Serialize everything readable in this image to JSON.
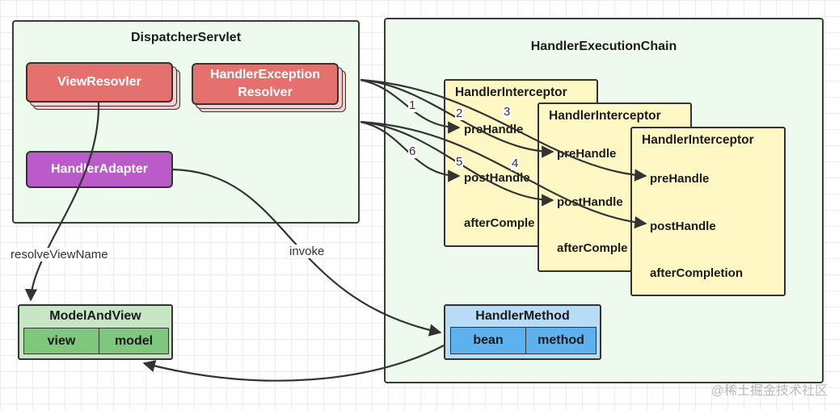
{
  "dispatcher": {
    "title": "DispatcherServlet",
    "view_resolver": "ViewResovler",
    "exception_resolver_line1": "HandlerException",
    "exception_resolver_line2": "Resolver",
    "handler_adapter": "HandlerAdapter"
  },
  "chain": {
    "title": "HandlerExecutionChain",
    "interceptors": [
      {
        "title": "HandlerInterceptor",
        "pre": "preHandle",
        "post": "postHandle",
        "after": "afterComple"
      },
      {
        "title": "HandlerInterceptor",
        "pre": "preHandle",
        "post": "postHandle",
        "after": "afterComple"
      },
      {
        "title": "HandlerInterceptor",
        "pre": "preHandle",
        "post": "postHandle",
        "after": "afterCompletion"
      }
    ]
  },
  "model_and_view": {
    "title": "ModelAndView",
    "view": "view",
    "model": "model"
  },
  "handler_method": {
    "title": "HandlerMethod",
    "bean": "bean",
    "method": "method"
  },
  "edges": {
    "resolve": "resolveViewName",
    "invoke": "invoke",
    "steps": [
      "1",
      "2",
      "3",
      "4",
      "5",
      "6"
    ]
  },
  "watermark": "@稀土掘金技术社区",
  "colors": {
    "container_bg": "#effaef",
    "red_box": "#e5716f",
    "purple_box": "#bb5bc9",
    "interceptor_bg": "#fff7c4",
    "model_view_bg": "#c8e6c5",
    "model_view_cell": "#7fc77c",
    "handler_method_bg": "#b9dcf6",
    "handler_method_cell": "#5cb1ee"
  }
}
